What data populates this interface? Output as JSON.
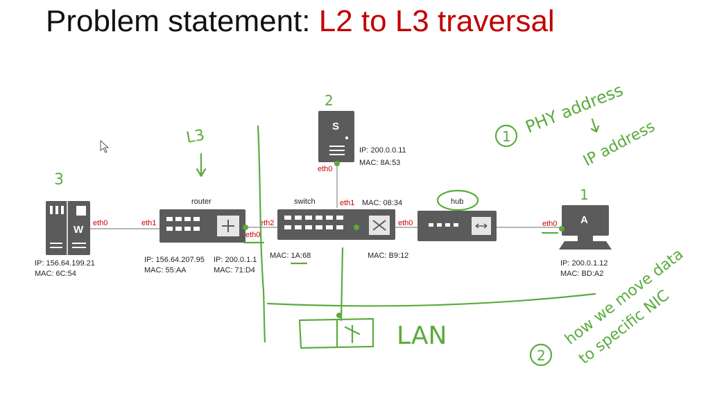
{
  "title": {
    "prefix": "Problem statement: ",
    "accent": "L2 to L3 traversal"
  },
  "devices": {
    "w": {
      "letter": "W",
      "ip": "IP: 156.64.199.21",
      "mac": "MAC: 6C:54",
      "port": "eth0"
    },
    "router": {
      "name": "router",
      "eth1": {
        "port": "eth1",
        "ip": "IP: 156.64.207.95",
        "mac": "MAC: 55:AA"
      },
      "eth0": {
        "port": "eth0",
        "ip": "IP: 200.0.1.1",
        "mac": "MAC: 71:D4"
      }
    },
    "switch": {
      "name": "switch",
      "eth2": {
        "port": "eth2",
        "mac": "MAC: 1A:68"
      },
      "eth1": {
        "port": "eth1",
        "mac": "MAC: 08:34"
      },
      "eth0": {
        "port": "eth0",
        "mac": "MAC: B9:12"
      }
    },
    "server": {
      "letter": "S",
      "port": "eth0",
      "ip": "IP: 200.0.0.11",
      "mac": "MAC: 8A:53"
    },
    "hub": {
      "name": "hub"
    },
    "a": {
      "letter": "A",
      "port": "eth0",
      "ip": "IP: 200.0.1.12",
      "mac": "MAC: BD:A2"
    }
  },
  "annotations": {
    "w_num": "3",
    "router_tag": "L3",
    "server_num": "2",
    "a_num": "1",
    "phy": "PHY address",
    "ip_addr": "IP address",
    "item1": "1",
    "item2": "2",
    "lan": "LAN",
    "how_line1": "how we move data",
    "how_line2": "to specific NIC"
  },
  "colors": {
    "accent": "#c00000",
    "ink": "#5aab3c",
    "port_label": "#cc0000",
    "device": "#5b5b5b"
  }
}
